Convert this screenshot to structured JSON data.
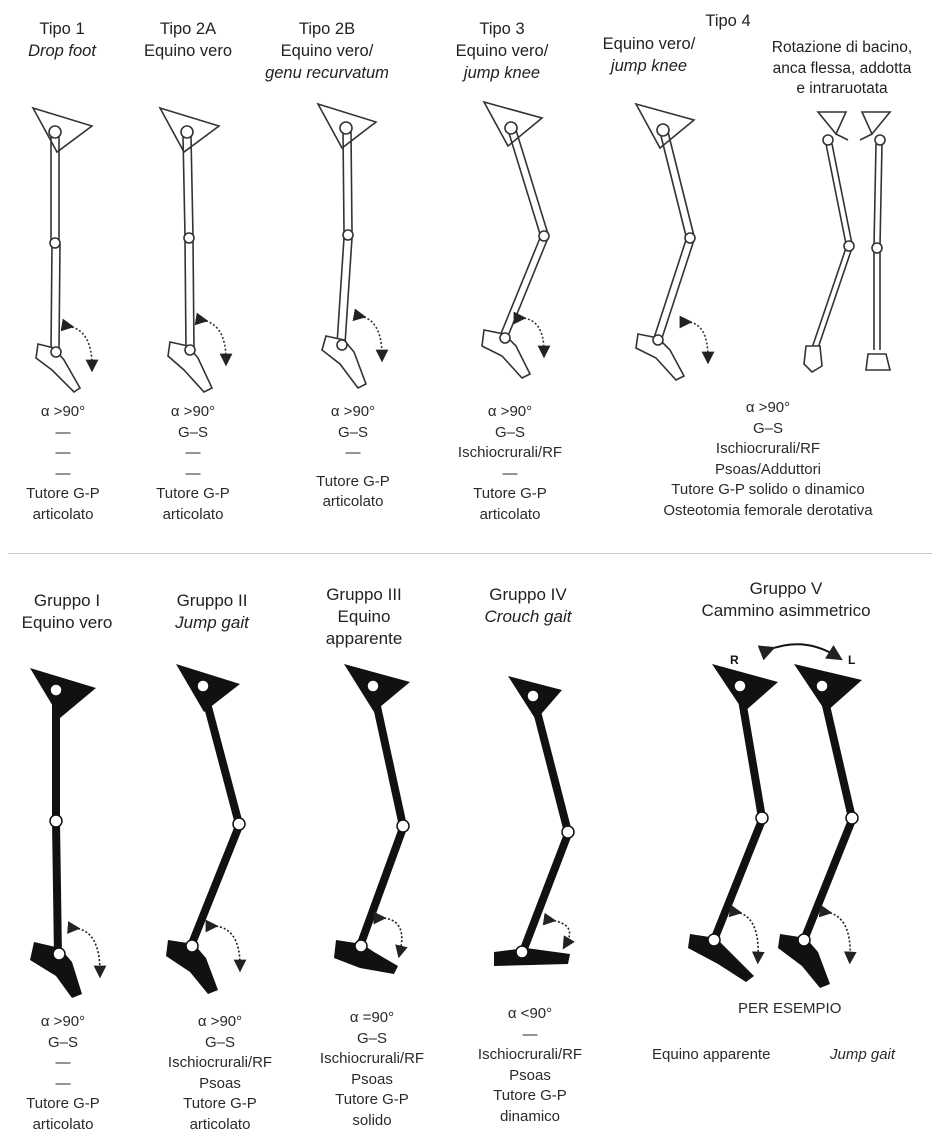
{
  "top_types": [
    {
      "title": "Tipo 1",
      "sub": "Drop foot",
      "sub_italic": true,
      "sub2": "",
      "lines": [
        "α >90°",
        "—",
        "—",
        "—",
        "Tutore G-P",
        "articolato"
      ]
    },
    {
      "title": "Tipo 2A",
      "sub": "Equino vero",
      "sub_italic": false,
      "sub2": "",
      "lines": [
        "α >90°",
        "G–S",
        "—",
        "—",
        "Tutore G-P",
        "articolato"
      ]
    },
    {
      "title": "Tipo 2B",
      "sub": "Equino vero/",
      "sub_italic": false,
      "sub2": "genu recurvatum",
      "lines": [
        "α >90°",
        "G–S",
        "—",
        "Tutore G-P",
        "articolato"
      ]
    },
    {
      "title": "Tipo 3",
      "sub": "Equino vero/",
      "sub_italic": false,
      "sub2": "jump knee",
      "lines": [
        "α >90°",
        "G–S",
        "Ischiocrurali/RF",
        "—",
        "Tutore G-P",
        "articolato"
      ]
    },
    {
      "title": "Tipo 4",
      "sub": "Equino vero/",
      "sub_italic": false,
      "sub2": "jump knee",
      "extra": [
        "Rotazione di bacino,",
        "anca flessa, addotta",
        "e intraruotata"
      ],
      "lines": [
        "α >90°",
        "G–S",
        "Ischiocrurali/RF",
        "Psoas/Adduttori",
        "Tutore G-P solido o dinamico",
        "Osteotomia femorale derotativa"
      ]
    }
  ],
  "bottom_groups": [
    {
      "title": "Gruppo I",
      "sub": [
        "Equino vero"
      ],
      "sub_italic": false,
      "lines": [
        "α >90°",
        "G–S",
        "—",
        "—",
        "Tutore G-P",
        "articolato"
      ]
    },
    {
      "title": "Gruppo II",
      "sub": [
        "Jump gait"
      ],
      "sub_italic": true,
      "lines": [
        "α >90°",
        "G–S",
        "Ischiocrurali/RF",
        "Psoas",
        "Tutore G-P",
        "articolato"
      ]
    },
    {
      "title": "Gruppo III",
      "sub": [
        "Equino",
        "apparente"
      ],
      "sub_italic": false,
      "lines": [
        "α =90°",
        "G–S",
        "Ischiocrurali/RF",
        "Psoas",
        "Tutore G-P",
        "solido"
      ]
    },
    {
      "title": "Gruppo IV",
      "sub": [
        "Crouch gait"
      ],
      "sub_italic": true,
      "lines": [
        "α <90°",
        "—",
        "Ischiocrurali/RF",
        "Psoas",
        "Tutore G-P",
        "dinamico"
      ]
    },
    {
      "title": "Gruppo V",
      "sub": [
        "Cammino asimmetrico"
      ],
      "sub_italic": false,
      "side_r": "R",
      "side_l": "L",
      "example": "PER ESEMPIO",
      "left_caption": "Equino apparente",
      "right_caption": "Jump gait"
    }
  ]
}
